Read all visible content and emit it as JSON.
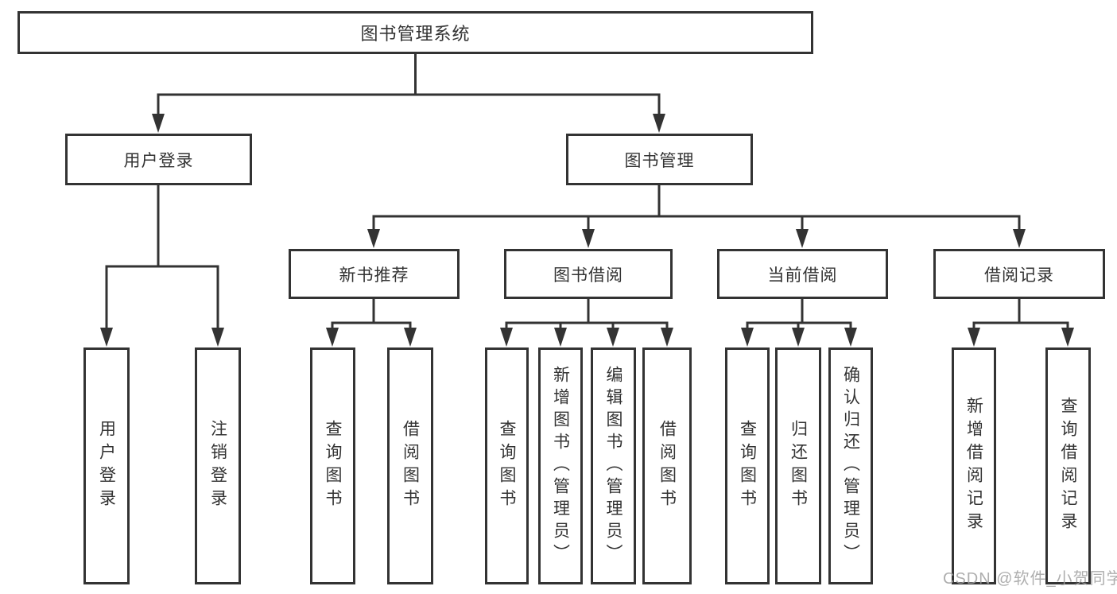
{
  "diagram_title": "图书管理系统",
  "colors": {
    "line": "#333333",
    "box_border": "#333333",
    "text": "#333333",
    "background": "#ffffff",
    "watermark": "#a0a0a0"
  },
  "nodes": {
    "root": "图书管理系统",
    "user_login": "用户登录",
    "book_mgmt": "图书管理",
    "new_book_rec": "新书推荐",
    "book_borrow": "图书借阅",
    "current_borrow": "当前借阅",
    "borrow_records": "借阅记录",
    "leaf_user_login": "用户登录",
    "leaf_logout": "注销登录",
    "leaf_rec_query": "查询图书",
    "leaf_rec_borrow": "借阅图书",
    "leaf_bb_query": "查询图书",
    "leaf_bb_add": "新增图书（管理员）",
    "leaf_bb_edit": "编辑图书（管理员）",
    "leaf_bb_borrow": "借阅图书",
    "leaf_cb_query": "查询图书",
    "leaf_cb_return": "归还图书",
    "leaf_cb_confirm": "确认归还（管理员）",
    "leaf_br_add": "新增借阅记录",
    "leaf_br_query": "查询借阅记录"
  },
  "edges": [
    [
      "图书管理系统",
      "用户登录"
    ],
    [
      "图书管理系统",
      "图书管理"
    ],
    [
      "用户登录",
      "用户登录"
    ],
    [
      "用户登录",
      "注销登录"
    ],
    [
      "图书管理",
      "新书推荐"
    ],
    [
      "图书管理",
      "图书借阅"
    ],
    [
      "图书管理",
      "当前借阅"
    ],
    [
      "图书管理",
      "借阅记录"
    ],
    [
      "新书推荐",
      "查询图书"
    ],
    [
      "新书推荐",
      "借阅图书"
    ],
    [
      "图书借阅",
      "查询图书"
    ],
    [
      "图书借阅",
      "新增图书（管理员）"
    ],
    [
      "图书借阅",
      "编辑图书（管理员）"
    ],
    [
      "图书借阅",
      "借阅图书"
    ],
    [
      "当前借阅",
      "查询图书"
    ],
    [
      "当前借阅",
      "归还图书"
    ],
    [
      "当前借阅",
      "确认归还（管理员）"
    ],
    [
      "借阅记录",
      "新增借阅记录"
    ],
    [
      "借阅记录",
      "查询借阅记录"
    ]
  ],
  "watermark": {
    "text": "CSDN @软件_小贺同学"
  }
}
